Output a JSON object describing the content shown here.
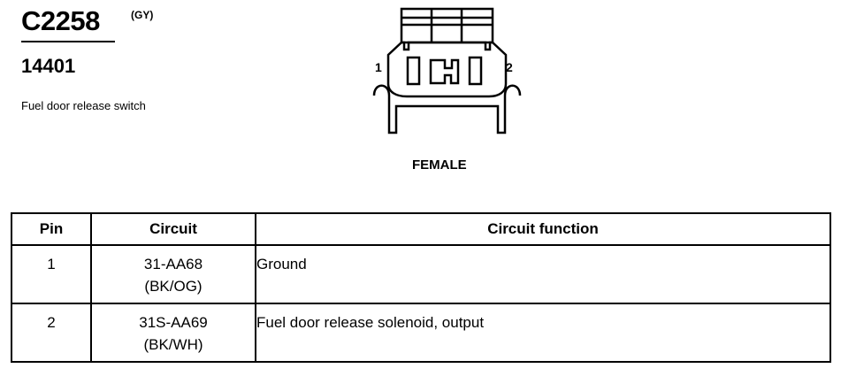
{
  "connector": {
    "id": "C2258",
    "color": "(GY)",
    "part_number": "14401",
    "description": "Fuel door release switch"
  },
  "diagram": {
    "pin_left": "1",
    "pin_right": "2",
    "gender": "FEMALE"
  },
  "table": {
    "headers": {
      "pin": "Pin",
      "circuit": "Circuit",
      "function": "Circuit function"
    },
    "rows": [
      {
        "pin": "1",
        "circuit": "31-AA68",
        "color": "(BK/OG)",
        "function": "Ground"
      },
      {
        "pin": "2",
        "circuit": "31S-AA69",
        "color": "(BK/WH)",
        "function": "Fuel door release solenoid, output"
      }
    ]
  }
}
